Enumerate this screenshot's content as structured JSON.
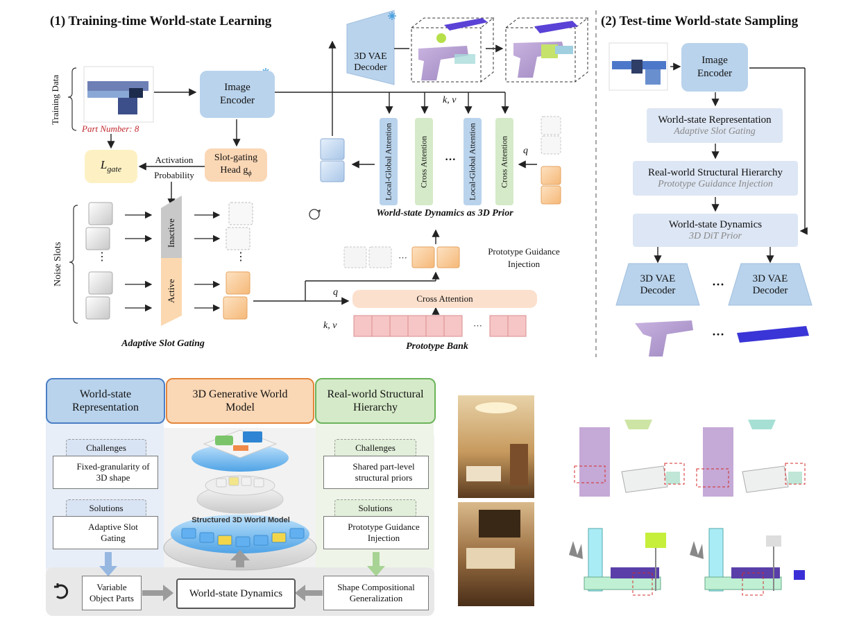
{
  "left_panel": {
    "section_title": "(1) Training-time World-state Learning",
    "training_data_label": "Training Data",
    "part_number": "Part Number: 8",
    "image_encoder": "Image Encoder",
    "slot_gating_head": "Slot-gating Head g",
    "slot_gating_head_sub": "ϕ",
    "l_gate": "L",
    "l_gate_sub": "gate",
    "activation_probability": "Activation Probability",
    "noise_slots": "Noise Slots",
    "inactive": "Inactive",
    "active": "Active",
    "ellipsis": "⋮",
    "panel_caption": "Adaptive Slot Gating"
  },
  "vae_top": {
    "label": "3D VAE Decoder"
  },
  "dynamics_panel": {
    "kv": "k, v",
    "q": "q",
    "local_global_1": "Local-Global Attention",
    "cross_1": "Cross Attention",
    "dots": "···",
    "local_global_2": "Local-Global Attention",
    "cross_2": "Cross Attention",
    "caption": "World-state Dynamics as 3D Prior"
  },
  "prototype_panel": {
    "guidance": "Prototype Guidance Injection",
    "cross_attention": "Cross Attention",
    "q": "q",
    "kv": "k, v",
    "caption": "Prototype Bank"
  },
  "right_panel": {
    "section_title": "(2) Test-time World-state Sampling",
    "image_encoder": "Image Encoder",
    "rep_title": "World-state Representation",
    "rep_sub": "Adaptive Slot Gating",
    "hier_title": "Real-world Structural Hierarchy",
    "hier_sub": "Prototype Guidance Injection",
    "dyn_title": "World-state Dynamics",
    "dyn_sub": "3D DiT Prior",
    "vae1": "3D VAE Decoder",
    "vae2": "3D VAE Decoder",
    "dots": "···"
  },
  "bottom_panel": {
    "rep_header": "World-state Representation",
    "model_header": "3D Generative World Model",
    "hier_header": "Real-world Structural Hierarchy",
    "challenges_left": "Challenges",
    "challenge_left_text": "Fixed-granularity of 3D shape",
    "solutions_left": "Solutions",
    "solution_left_text": "Adaptive Slot Gating",
    "challenges_right": "Challenges",
    "challenge_right_text": "Shared part-level structural priors",
    "solutions_right": "Solutions",
    "solution_right_text": "Prototype Guidance Injection",
    "structured_model": "Structured 3D World Model",
    "variable_parts": "Variable Object Parts",
    "world_dynamics": "World-state Dynamics",
    "shape_generalization": "Shape Compositional Generalization"
  },
  "colors": {
    "blue_box": "#b9d3ec",
    "green_box": "#d5eac8",
    "orange_box": "#fad7b5",
    "yellow_box": "#fdf1c4",
    "pink_block": "#f6c6c6",
    "grey_panel": "#efefef",
    "red_text": "#c0272d"
  }
}
